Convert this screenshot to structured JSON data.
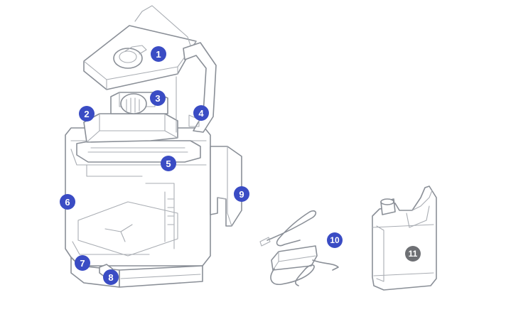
{
  "colors": {
    "callout_primary": "#3a4cc4",
    "callout_secondary": "#6e7074",
    "line": "#8a8f97"
  },
  "callouts": [
    {
      "label": "1",
      "target": "lid"
    },
    {
      "label": "2",
      "target": "build-plate"
    },
    {
      "label": "3",
      "target": "build-plate-handle"
    },
    {
      "label": "4",
      "target": "hinge"
    },
    {
      "label": "5",
      "target": "resin-tank"
    },
    {
      "label": "6",
      "target": "wash-container"
    },
    {
      "label": "7",
      "target": "base"
    },
    {
      "label": "8",
      "target": "drain-valve"
    },
    {
      "label": "9",
      "target": "side-bracket"
    },
    {
      "label": "10",
      "target": "power-adapter"
    },
    {
      "label": "11",
      "target": "solvent-bottle"
    }
  ]
}
